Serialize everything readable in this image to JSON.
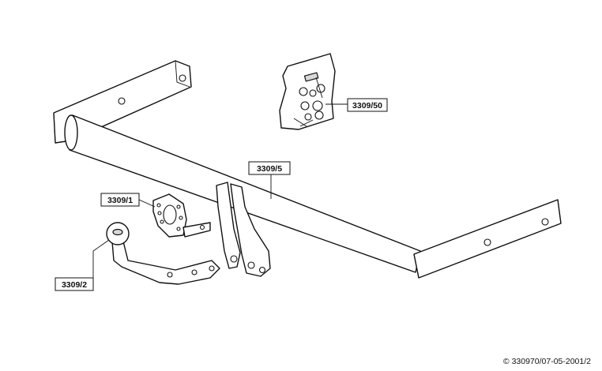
{
  "callouts": {
    "main_bar": "3309/5",
    "bolt_kit": "3309/50",
    "bracket": "3309/1",
    "ball": "3309/2"
  },
  "copyright": "© 330970/07-05-2001/2"
}
